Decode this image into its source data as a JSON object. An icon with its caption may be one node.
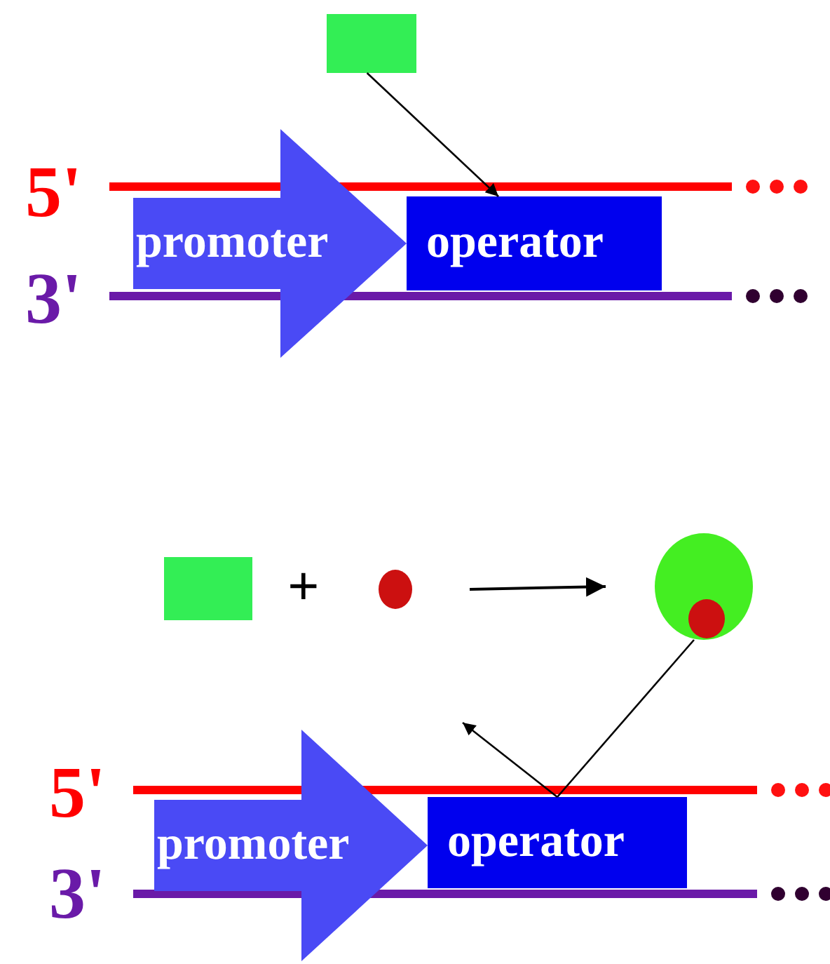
{
  "diagram": {
    "nodes": [
      {
        "text": [],
        "shape": "box"
      },
      {
        "text": [
          "promoter"
        ]
      },
      {
        "text": [
          "operator"
        ]
      },
      {
        "text": [],
        "shape": "box"
      },
      {
        "text": [],
        "shape": "circle"
      },
      {
        "text": [],
        "shape": "circle"
      },
      {
        "text": [],
        "shape": "circle",
        "in": 5
      },
      {
        "text": [
          "promoter"
        ]
      },
      {
        "text": [
          "operator"
        ]
      }
    ],
    "edges": [
      {
        "from": 0,
        "to": 2,
        "arrow": "to"
      },
      {
        "from": 4,
        "to": 5,
        "arrow": "to"
      },
      {
        "from": 5,
        "to": 8,
        "arrow": "none"
      },
      {
        "from": 8,
        "to": null,
        "arrow": "to"
      }
    ],
    "labels": [
      "5'",
      "3'",
      "+",
      "5'",
      "3'"
    ]
  }
}
